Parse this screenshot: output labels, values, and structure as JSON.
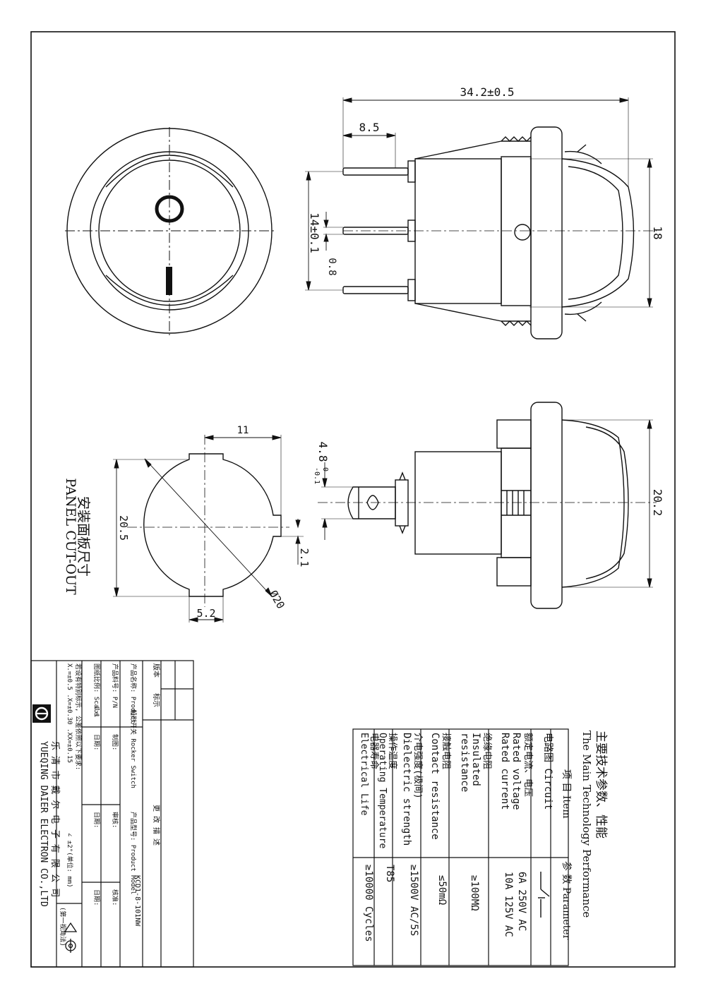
{
  "top_view": {
    "dim_overall": "34.2±0.5",
    "dim_pin_offset": "8.5",
    "dim_pin_span": "14±0.1",
    "dim_pin_thickness": "0.8",
    "dim_height": "18",
    "symbol_off": "O",
    "symbol_on": "I"
  },
  "side_view": {
    "dim_pin_width_main": "4.8",
    "dim_pin_width_tol_upper": "0",
    "dim_pin_width_tol_lower": "-0.1",
    "dim_height": "20.2"
  },
  "cutout": {
    "title_cn": "安装面板尺寸",
    "title_en": "PANEL CUT-OUT",
    "dim_width": "11",
    "dim_height": "20.5",
    "dim_key": "2.1",
    "dim_notch": "5.2",
    "dim_dia": "Ø20"
  },
  "spec_table": {
    "title_cn": "主要技术参数、性能",
    "title_en": "The Main Technology Performance",
    "header_item": "项 目 Item",
    "header_param": "参 数 Parameter",
    "rows": [
      {
        "item_cn": "电路图",
        "item_en": "Circuit",
        "value": ""
      },
      {
        "item_cn": "额定电流、电压",
        "item_en": "Rated voltage",
        "item_en2": "Rated current",
        "value": "6A 250V AC",
        "value2": "10A 125V AC"
      },
      {
        "item_cn": "绝缘电阻",
        "item_en": "Insulated",
        "item_en2": "resistance",
        "value": "≥100MΩ"
      },
      {
        "item_cn": "接触电阻",
        "item_en": "Contact resistance",
        "value": "≤50mΩ"
      },
      {
        "item_cn": "介电强度(极间)",
        "item_en": "Dielectric strength",
        "value": "≥1500V AC/5S"
      },
      {
        "item_cn": "操作温度",
        "item_en": "Operating Temperature",
        "value": "T85"
      },
      {
        "item_cn": "电器寿命",
        "item_en": "Electrical Life",
        "value": "≥10000 Cycles"
      }
    ]
  },
  "title_block": {
    "company_cn": "乐 清 市 戴 尔 电 子 有 限 公 司",
    "company_en": "YUEQING DAIER ELECTRON CO.,LTD",
    "tolerance_note": "若设有特别标示, 公差依照以下要求:",
    "tolerance_values": "X.=±0.5 .X=±0.30 .XX=±0.15",
    "angle_tol": "∠ ±2°(单位: mm)",
    "scale_label": "图纸比例: Scale",
    "scale_value": "1:1",
    "pn_label": "产品料号: P/N",
    "product_label": "产品名称: Product",
    "product_value": "船形开关 Rocker Switch",
    "model_label": "产品型号: Product Model",
    "model_value": "KCD1-8-101NW",
    "version_label": "版本",
    "mark_label": "标示",
    "change_label": "更 改 描 述",
    "drawn_label": "制图:",
    "check_label": "审核:",
    "approve_label": "核准:",
    "date_label": "日期:",
    "projection": "(第一视角法)"
  }
}
